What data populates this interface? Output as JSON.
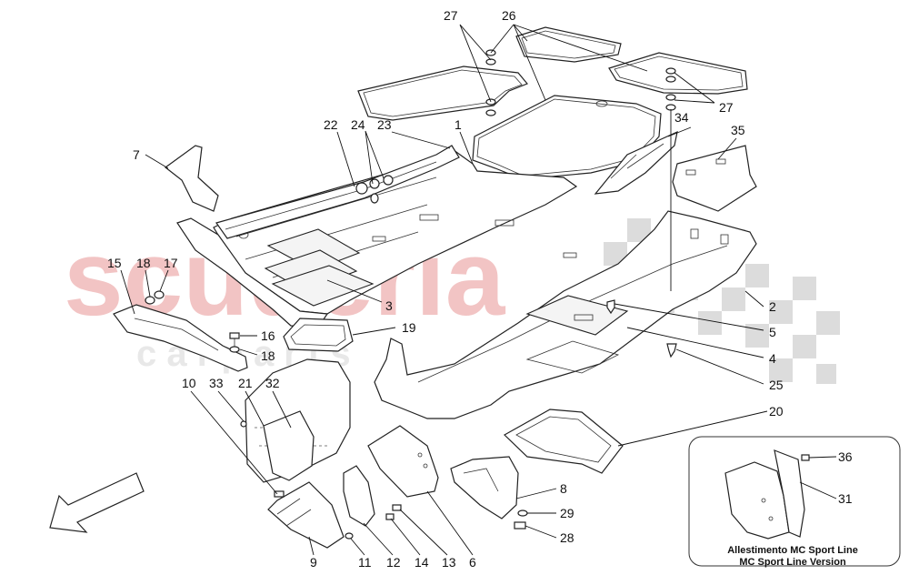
{
  "watermark": {
    "brand": "scuderia",
    "sub": "c a r   p a r t s",
    "brand_color": "#f2c6c6",
    "checker_color": "#d9d9d9"
  },
  "callouts": [
    {
      "id": "c1",
      "label": "1"
    },
    {
      "id": "c2",
      "label": "2"
    },
    {
      "id": "c3",
      "label": "3"
    },
    {
      "id": "c4",
      "label": "4"
    },
    {
      "id": "c5",
      "label": "5"
    },
    {
      "id": "c6",
      "label": "6"
    },
    {
      "id": "c7",
      "label": "7"
    },
    {
      "id": "c8",
      "label": "8"
    },
    {
      "id": "c9",
      "label": "9"
    },
    {
      "id": "c10",
      "label": "10"
    },
    {
      "id": "c11",
      "label": "11"
    },
    {
      "id": "c12",
      "label": "12"
    },
    {
      "id": "c13",
      "label": "13"
    },
    {
      "id": "c14",
      "label": "14"
    },
    {
      "id": "c15",
      "label": "15"
    },
    {
      "id": "c16",
      "label": "16"
    },
    {
      "id": "c17",
      "label": "17"
    },
    {
      "id": "c18a",
      "label": "18"
    },
    {
      "id": "c18b",
      "label": "18"
    },
    {
      "id": "c19",
      "label": "19"
    },
    {
      "id": "c20",
      "label": "20"
    },
    {
      "id": "c21",
      "label": "21"
    },
    {
      "id": "c22",
      "label": "22"
    },
    {
      "id": "c23",
      "label": "23"
    },
    {
      "id": "c24",
      "label": "24"
    },
    {
      "id": "c25",
      "label": "25"
    },
    {
      "id": "c26",
      "label": "26"
    },
    {
      "id": "c27a",
      "label": "27"
    },
    {
      "id": "c27b",
      "label": "27"
    },
    {
      "id": "c28",
      "label": "28"
    },
    {
      "id": "c29",
      "label": "29"
    },
    {
      "id": "c31",
      "label": "31"
    },
    {
      "id": "c32",
      "label": "32"
    },
    {
      "id": "c33",
      "label": "33"
    },
    {
      "id": "c34",
      "label": "34"
    },
    {
      "id": "c35",
      "label": "35"
    },
    {
      "id": "c36",
      "label": "36"
    }
  ],
  "inset": {
    "caption_line1": "Allestimento MC Sport Line",
    "caption_line2": "MC Sport Line Version"
  },
  "direction_arrow": {
    "icon": "front-direction-arrow-icon"
  }
}
